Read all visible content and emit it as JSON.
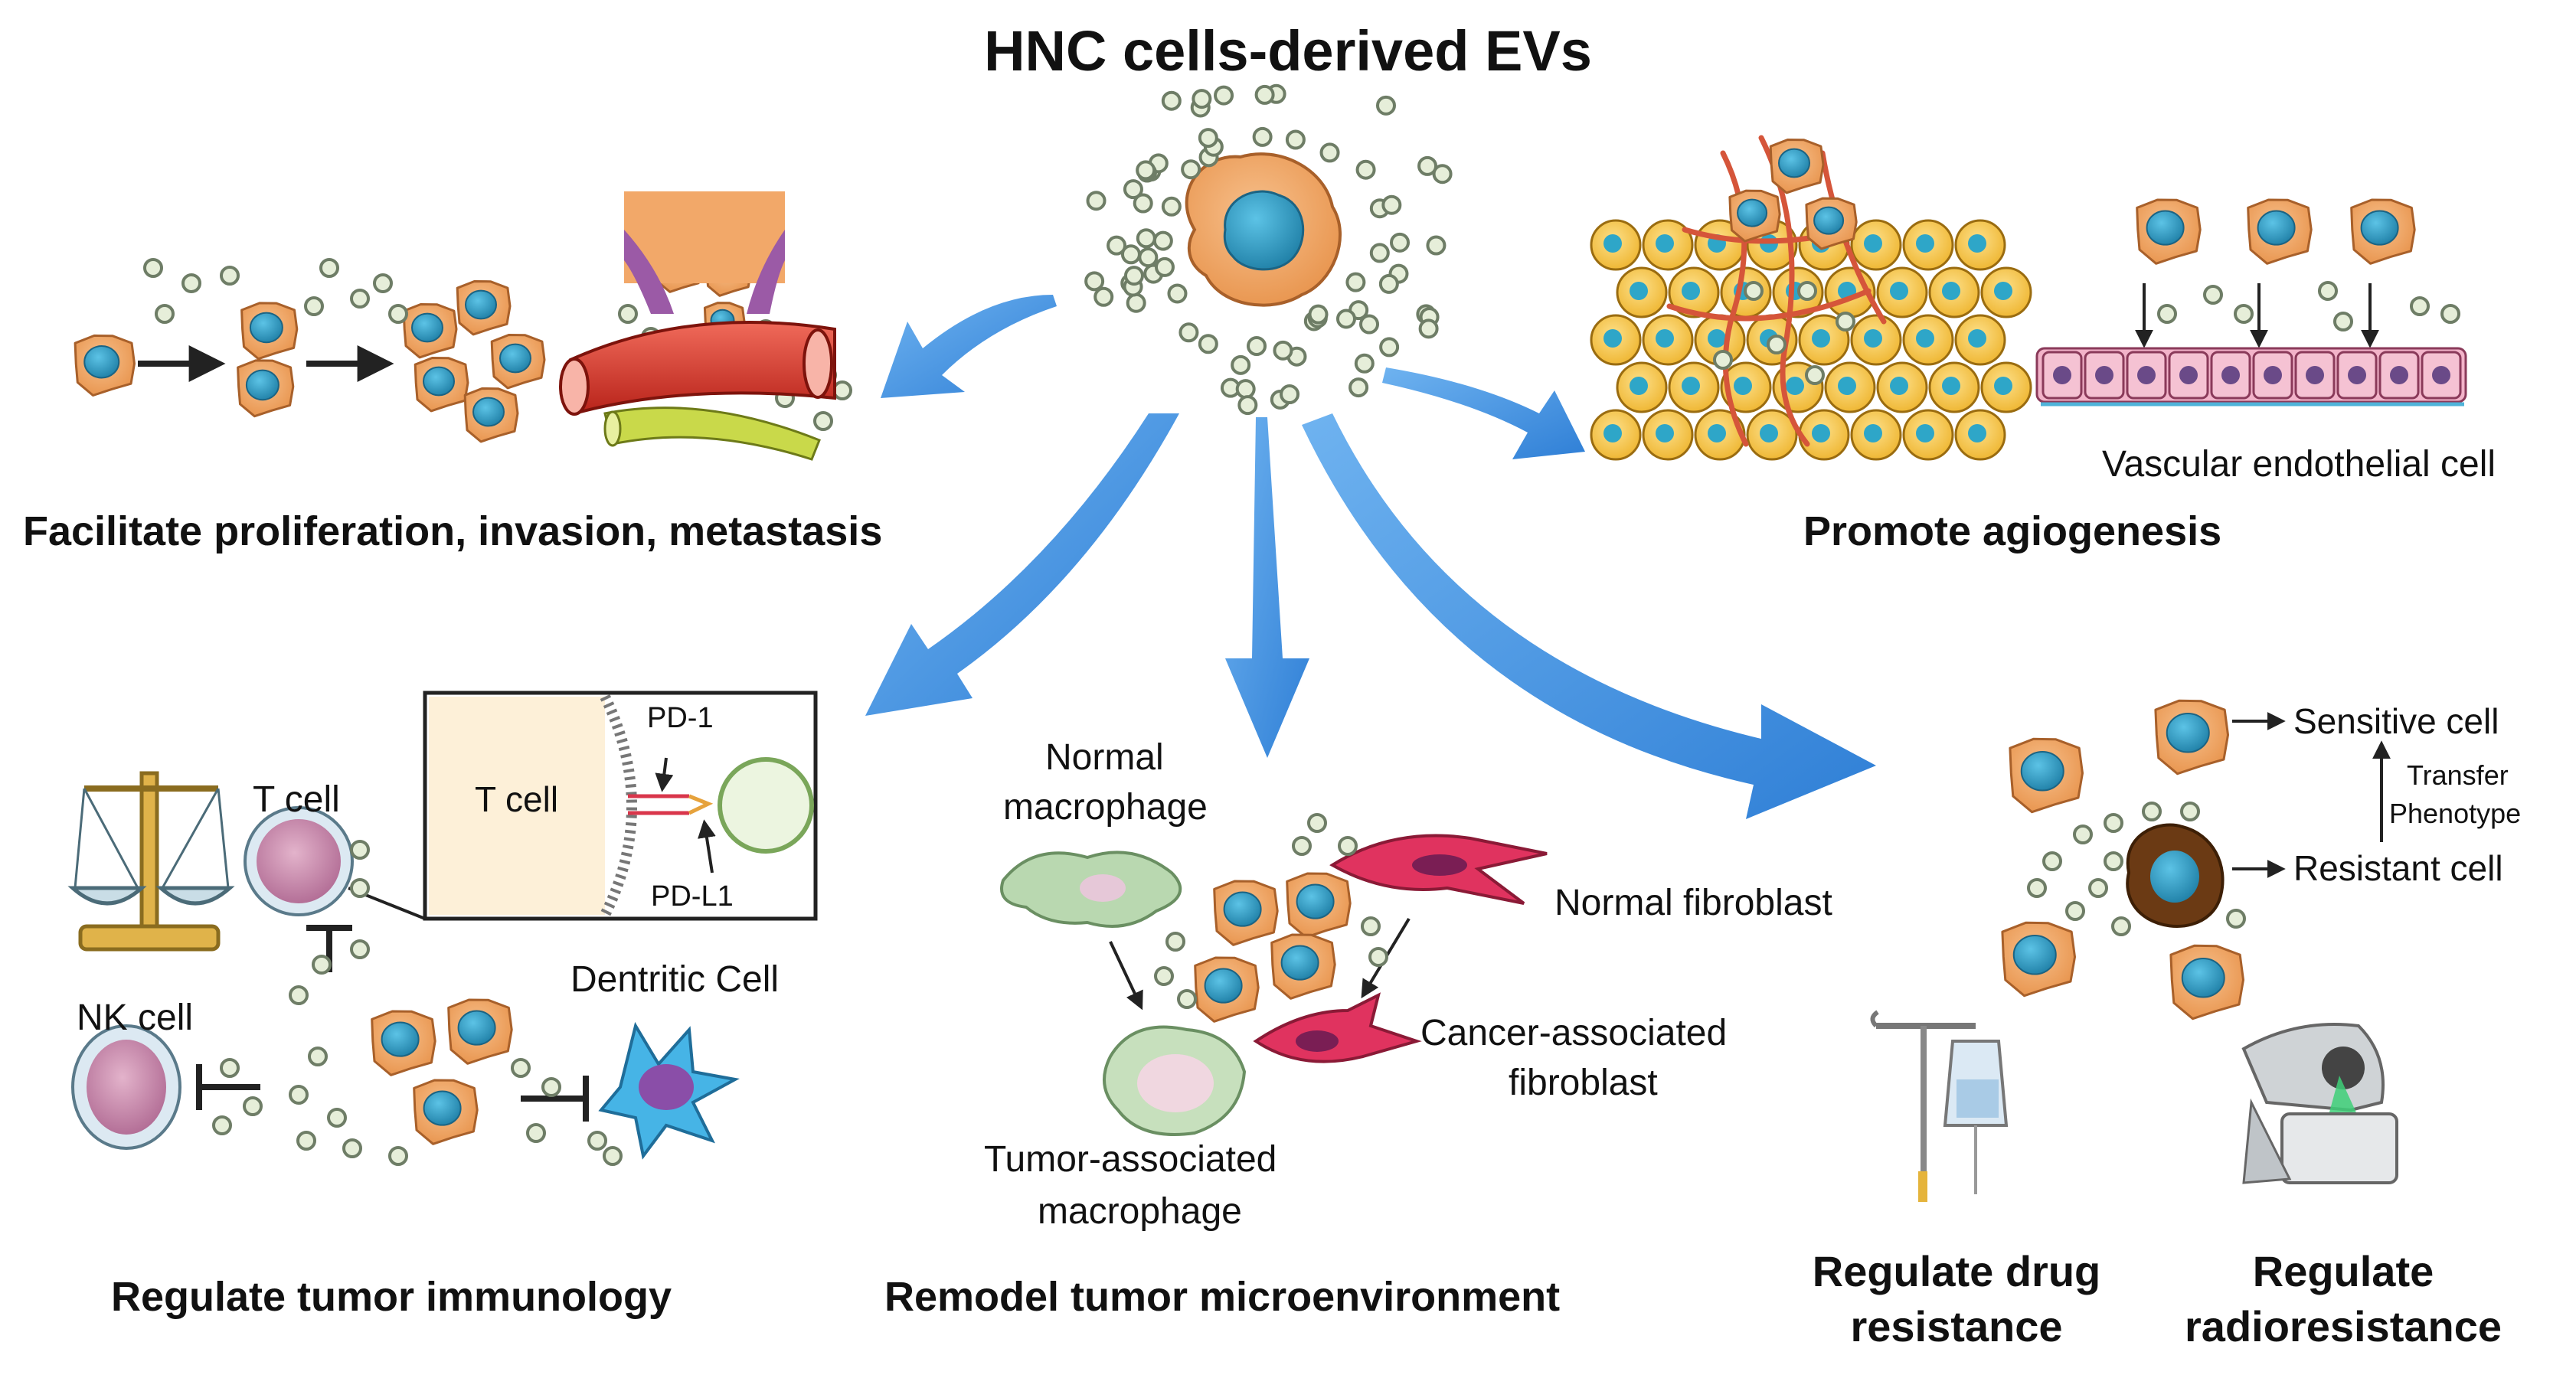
{
  "title": "HNC cells-derived EVs",
  "sections": {
    "proliferation": {
      "caption": "Facilitate proliferation, invasion, metastasis"
    },
    "angiogenesis": {
      "caption": "Promote agiogenesis",
      "label_endothelial": "Vascular endothelial cell"
    },
    "immunology": {
      "caption": "Regulate tumor immunology",
      "label_tcell": "T cell",
      "inset_tcell": "T cell",
      "label_pd1": "PD-1",
      "label_pdl1": "PD-L1",
      "label_dendritic": "Dentritic Cell",
      "label_nk": "NK cell"
    },
    "microenvironment": {
      "caption": "Remodel tumor microenvironment",
      "label_normal_macrophage_1": "Normal",
      "label_normal_macrophage_2": "macrophage",
      "label_normal_fibroblast": "Normal fibroblast",
      "label_caf_1": "Cancer-associated",
      "label_caf_2": "fibroblast",
      "label_tam_1": "Tumor-associated",
      "label_tam_2": "macrophage"
    },
    "resistance": {
      "label_sensitive": "Sensitive cell",
      "label_resistant": "Resistant cell",
      "label_transfer_1": "Transfer",
      "label_transfer_2": "Phenotype",
      "caption_drug_1": "Regulate drug",
      "caption_drug_2": "resistance",
      "caption_radio_1": "Regulate",
      "caption_radio_2": "radioresistance"
    }
  },
  "colors": {
    "arrow_blue": "#3b8fe0",
    "tumor_cell_body": "#f2a869",
    "tumor_nucleus": "#2e9fc4",
    "ev_fill": "#e6eed9",
    "ev_stroke": "#6e7d66",
    "vessel_red": "#d9362b",
    "yellow_cell": "#f6c94a",
    "endothelial": "#f2b3c9",
    "tcell": "#c98fb0",
    "macrophage_green": "#b9d8b0",
    "fibroblast_pink": "#e0335f",
    "dendritic_blue": "#46b4e6",
    "resistant_brown": "#6b3a14"
  }
}
